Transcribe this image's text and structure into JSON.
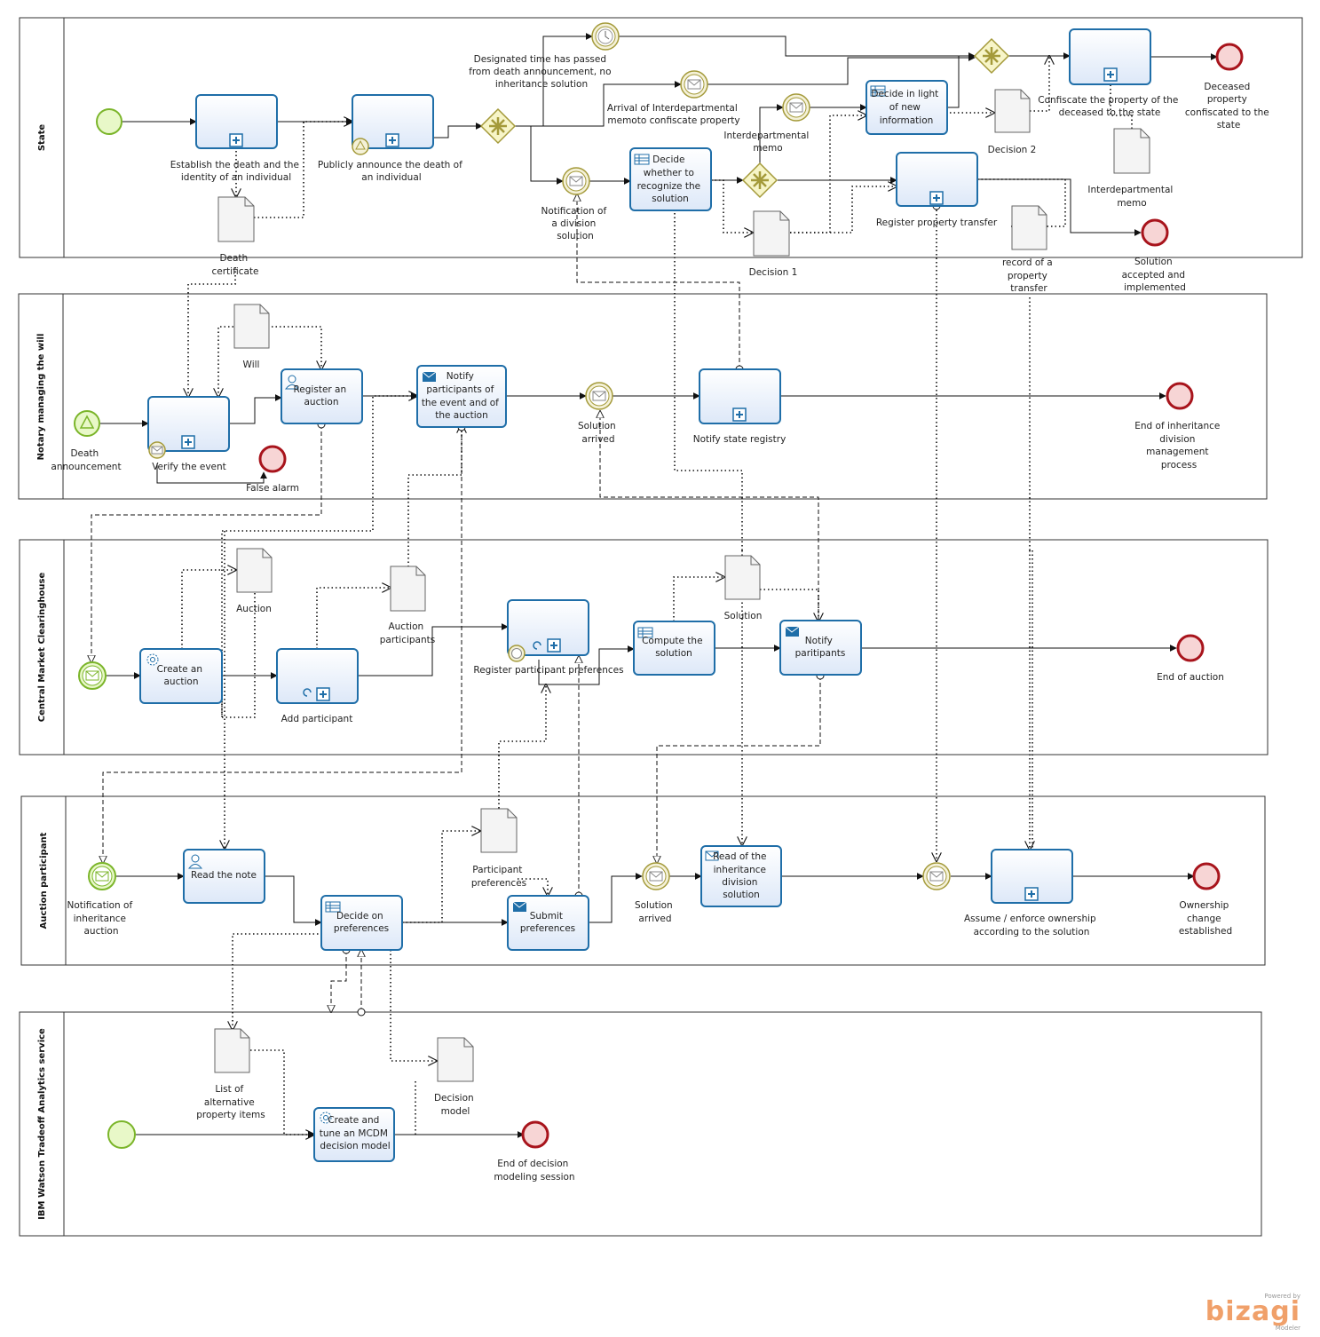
{
  "pools": {
    "state": "State",
    "notary": "Notary managing the will",
    "clearinghouse": "Central Market Clearinghouse",
    "participant": "Auction participant",
    "watson": "IBM Watson Tradeoff Analytics service"
  },
  "state": {
    "establish_death": [
      "Establish the death and the",
      "identity of an individual"
    ],
    "publicly_announce": [
      "Publicly announce the death of",
      "an individual"
    ],
    "designated_time": [
      "Designated time has passed",
      "from death announcement, no",
      "inheritance solution"
    ],
    "arrival_memo": [
      "Arrival of Interdepartmental",
      "memoto confiscate property"
    ],
    "notification_division": [
      "Notification of",
      "a division",
      "solution"
    ],
    "decide_recognize": [
      "Decide",
      "whether to",
      "recognize the",
      "solution"
    ],
    "interdepartmental_memo_event": [
      "Interdepartmental",
      "memo"
    ],
    "decide_new_info": [
      "Decide in light",
      "of new",
      "information"
    ],
    "confiscate": [
      "Confiscate the property of the",
      "deceased to the state"
    ],
    "deceased_confiscated": [
      "Deceased",
      "property",
      "confiscated to the",
      "state"
    ],
    "decision2": "Decision 2",
    "interdepartmental_memo_doc": [
      "Interdepartmental",
      "memo"
    ],
    "register_transfer": "Register property transfer",
    "record_transfer": [
      "record of a",
      "property",
      "transfer"
    ],
    "solution_accepted": [
      "Solution",
      "accepted and",
      "implemented"
    ],
    "decision1": "Decision 1",
    "death_certificate": [
      "Death",
      "certificate"
    ]
  },
  "notary": {
    "will": "Will",
    "death_announcement": [
      "Death",
      "announcement"
    ],
    "verify_event": "Verify  the event",
    "false_alarm": "False alarm",
    "register_auction": [
      "Register an",
      "auction"
    ],
    "notify_participants": [
      "Notify",
      "participants of",
      "the event and of",
      "the auction"
    ],
    "solution_arrived": [
      "Solution",
      "arrived"
    ],
    "notify_registry": "Notify state registry",
    "end_inheritance": [
      "End of inheritance",
      "division",
      "management",
      "process"
    ]
  },
  "clearinghouse": {
    "auction_doc": "Auction",
    "auction_participants": [
      "Auction",
      "participants"
    ],
    "create_auction": [
      "Create an",
      "auction"
    ],
    "add_participant": "Add participant",
    "register_preferences": "Register participant preferences",
    "compute_solution": [
      "Compute the",
      "solution"
    ],
    "solution_doc": "Solution",
    "notify_paritipants": [
      "Notify",
      "paritipants"
    ],
    "end_auction": "End of auction"
  },
  "participant": {
    "notification_auction": [
      "Notification of",
      "inheritance",
      "auction"
    ],
    "read_note": "Read the note",
    "decide_preferences": [
      "Decide on",
      "preferences"
    ],
    "participant_preferences": [
      "Participant",
      "preferences"
    ],
    "submit_preferences": [
      "Submit",
      "preferences"
    ],
    "solution_arrived": [
      "Solution",
      "arrived"
    ],
    "read_solution": [
      "Read of the",
      "inheritance",
      "division",
      "solution"
    ],
    "assume_ownership": [
      "Assume / enforce ownership",
      "according to the solution"
    ],
    "ownership_change": [
      "Ownership",
      "change",
      "established"
    ]
  },
  "watson": {
    "list_alternatives": [
      "List of",
      "alternative",
      "property items"
    ],
    "create_model": [
      "Create and",
      "tune an MCDM",
      "decision model"
    ],
    "decision_model": [
      "Decision",
      "model"
    ],
    "end_session": [
      "End of decision",
      "modeling session"
    ]
  },
  "branding": {
    "powered_by": "Powered by",
    "name": "bizagi",
    "product": "Modeler"
  },
  "colors": {
    "task_border": "#1f6ea8",
    "start_event": "#7bb52a",
    "end_event": "#a8141c",
    "intermediate_event": "#a49a3a",
    "brand": "#f0a06a"
  }
}
